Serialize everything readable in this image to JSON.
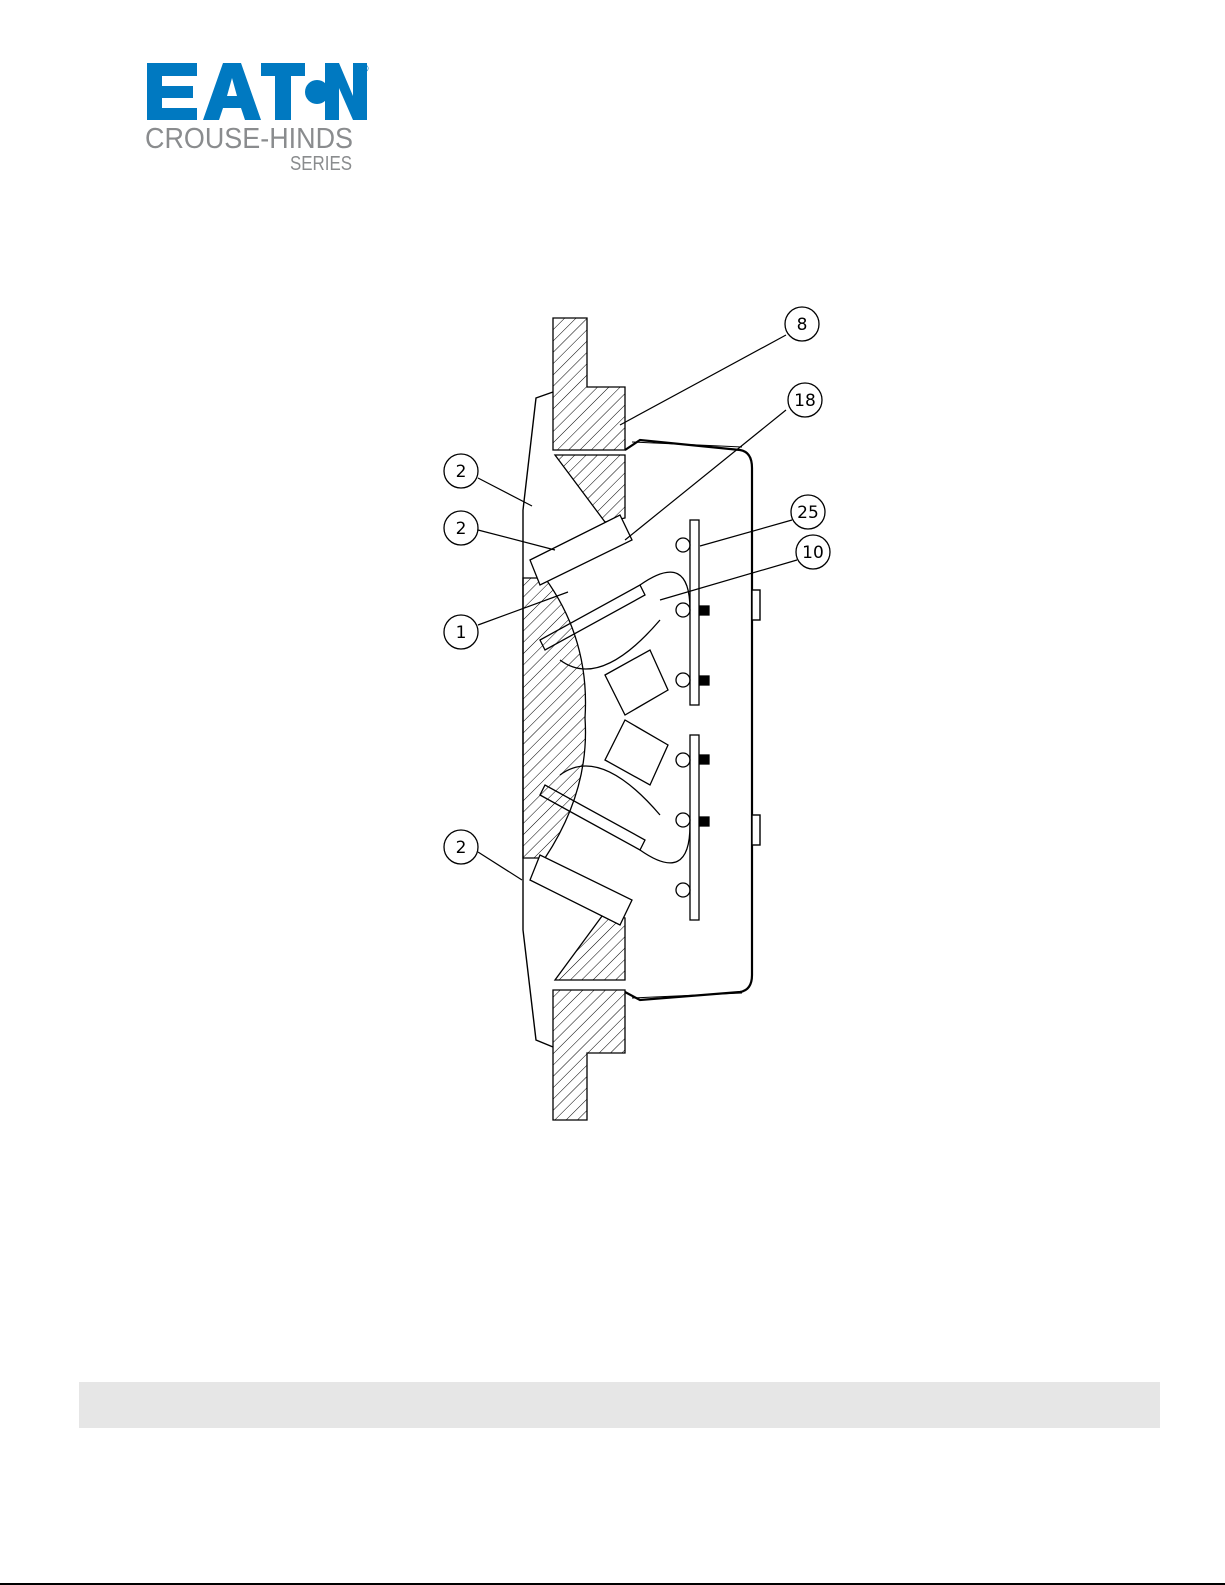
{
  "logo": {
    "wordmark": "EATON",
    "registered": "®",
    "line1": "CROUSE-HINDS",
    "line2": "SERIES",
    "brand_color": "#0079c1",
    "gray": "#8a8c8e"
  },
  "drawing": {
    "callouts": [
      {
        "label": "8"
      },
      {
        "label": "18"
      },
      {
        "label": "2"
      },
      {
        "label": "2"
      },
      {
        "label": "25"
      },
      {
        "label": "10"
      },
      {
        "label": "1"
      },
      {
        "label": "2"
      }
    ]
  }
}
